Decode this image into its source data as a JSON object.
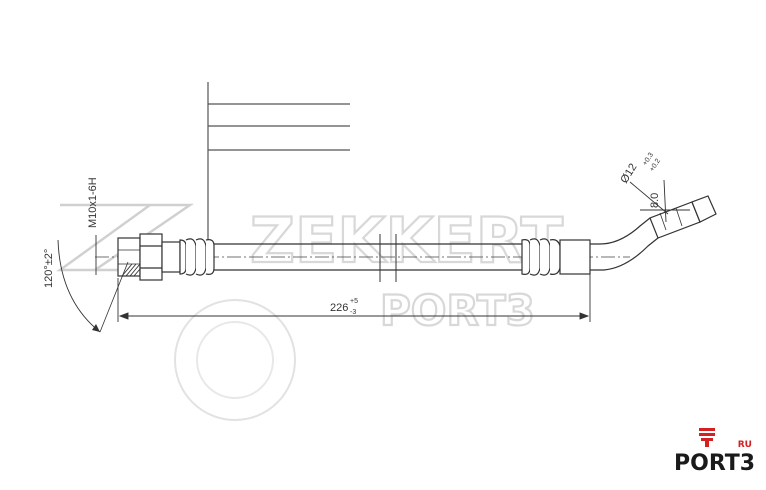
{
  "drawing": {
    "thread_label": "M10x1-6H",
    "angle_label": "120°±2°",
    "length_label": "226",
    "length_tol_upper": "+5",
    "length_tol_lower": "-3",
    "end_diameter_label": "Ø12",
    "end_diameter_tol_upper": "+0.3",
    "end_diameter_tol_lower": "+0.2",
    "end_length_label": "8.0"
  },
  "watermark": {
    "brand_line1": "ZEKKERT",
    "brand_line2": "PORT3"
  },
  "logo": {
    "text": "PORT3",
    "suffix": "RU",
    "accent_color": "#d42020"
  },
  "colors": {
    "line": "#333333",
    "watermark": "#d8d8d8"
  }
}
